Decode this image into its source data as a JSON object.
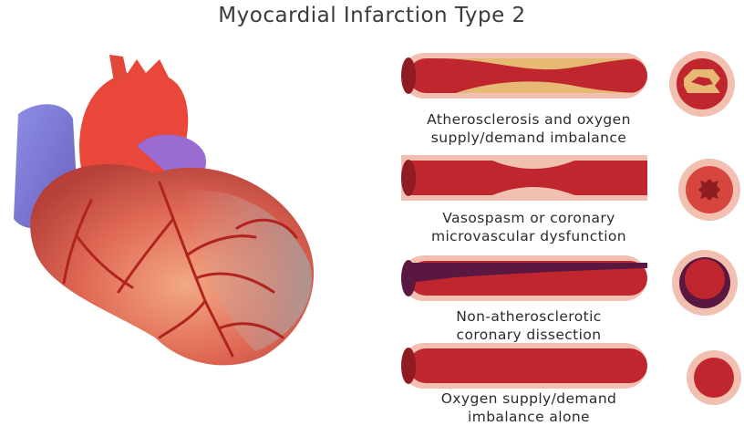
{
  "title": "Myocardial Infarction Type 2",
  "panels": [
    {
      "caption_line1": "Atherosclerosis and oxygen",
      "caption_line2": "supply/demand imbalance"
    },
    {
      "caption_line1": "Vasospasm or coronary",
      "caption_line2": "microvascular dysfunction"
    },
    {
      "caption_line1": "Non-atherosclerotic",
      "caption_line2": "coronary dissection"
    },
    {
      "caption_line1": "Oxygen supply/demand",
      "caption_line2": "imbalance alone"
    }
  ],
  "colors": {
    "vessel_wall": "#f2c0b0",
    "lumen": "#c0262d",
    "plaque": "#e6b975",
    "dissection": "#5a1740",
    "heart_red": "#d84a3c",
    "aorta": "#e8473a",
    "vein": "#7a7ad8"
  }
}
